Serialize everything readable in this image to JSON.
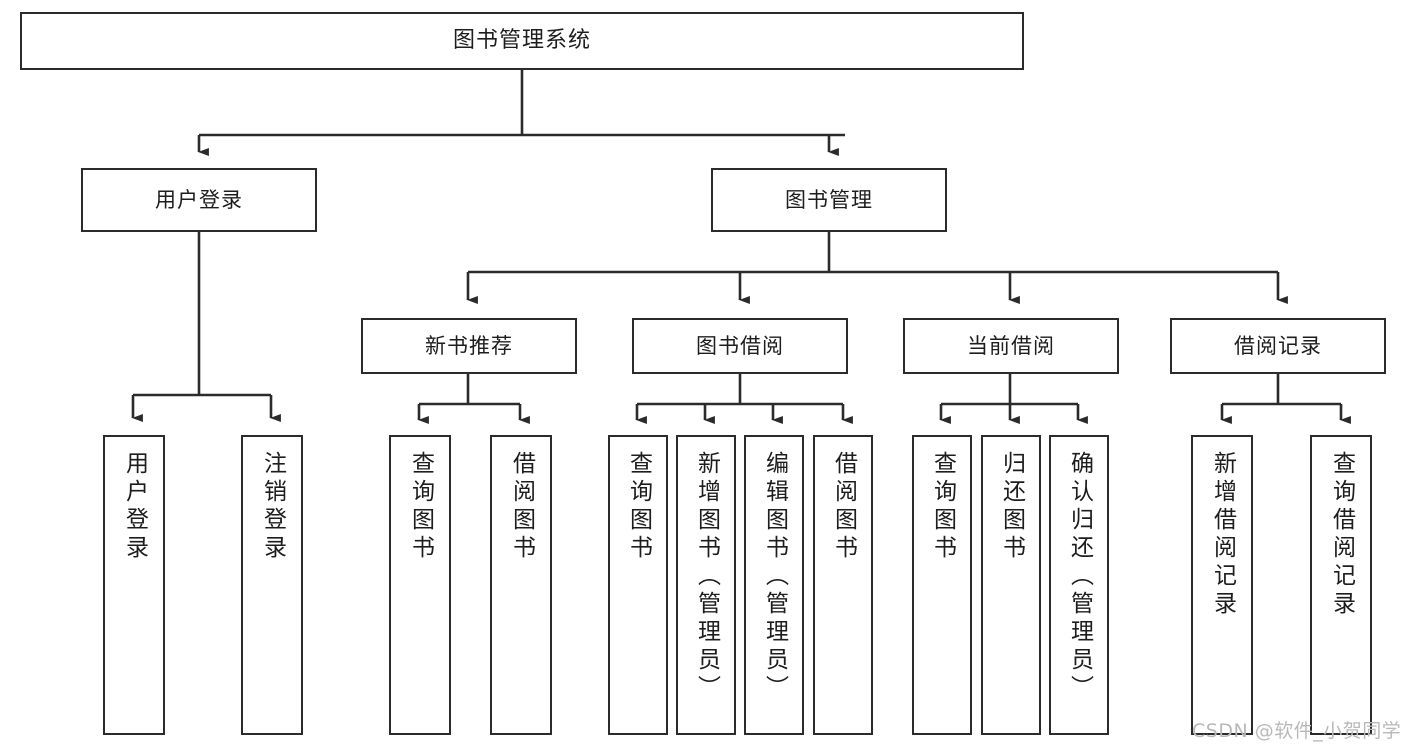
{
  "diagram": {
    "title": "图书管理系统",
    "type": "tree-hierarchy",
    "watermark": "CSDN @软件_小贺同学",
    "colors": {
      "box_border": "#2b2b2b",
      "box_fill": "#ffffff",
      "edge": "#2b2b2b",
      "text": "#1d1d1d",
      "watermark": "#b9b9b9",
      "background": "#ffffff"
    },
    "nodes": {
      "root": {
        "label": "图书管理系统"
      },
      "level2": [
        {
          "label": "用户登录"
        },
        {
          "label": "图书管理"
        }
      ],
      "level3": [
        {
          "label": "新书推荐"
        },
        {
          "label": "图书借阅"
        },
        {
          "label": "当前借阅"
        },
        {
          "label": "借阅记录"
        }
      ],
      "leaves": [
        {
          "label": "用户登录",
          "parent": "用户登录"
        },
        {
          "label": "注销登录",
          "parent": "用户登录"
        },
        {
          "label": "查询图书",
          "parent": "新书推荐"
        },
        {
          "label": "借阅图书",
          "parent": "新书推荐"
        },
        {
          "label": "查询图书",
          "parent": "图书借阅"
        },
        {
          "label": "新增图书（管理员）",
          "parent": "图书借阅"
        },
        {
          "label": "编辑图书（管理员）",
          "parent": "图书借阅"
        },
        {
          "label": "借阅图书",
          "parent": "图书借阅"
        },
        {
          "label": "查询图书",
          "parent": "当前借阅"
        },
        {
          "label": "归还图书",
          "parent": "当前借阅"
        },
        {
          "label": "确认归还（管理员）",
          "parent": "当前借阅"
        },
        {
          "label": "新增借阅记录",
          "parent": "借阅记录"
        },
        {
          "label": "查询借阅记录",
          "parent": "借阅记录"
        }
      ]
    }
  }
}
